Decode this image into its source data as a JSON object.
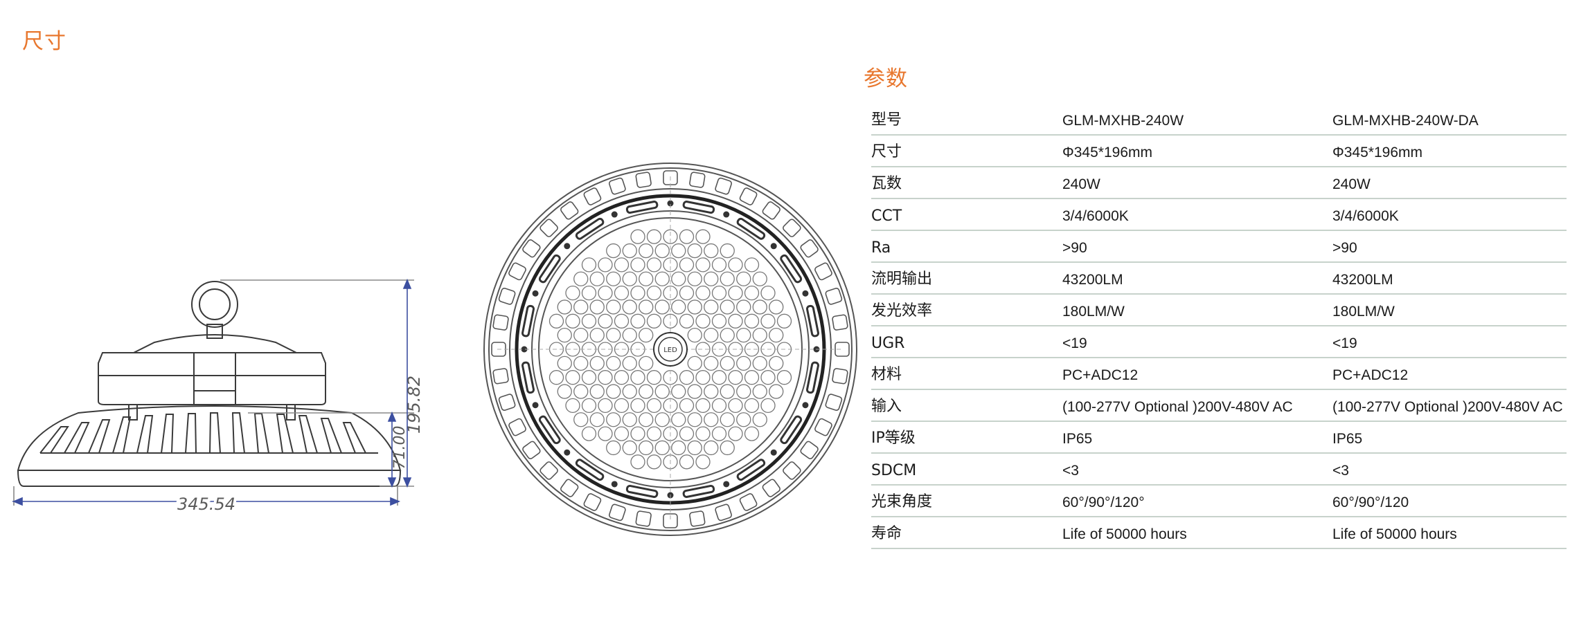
{
  "headings": {
    "size": "尺寸",
    "params": "参数"
  },
  "dimensions": {
    "width": "345.54",
    "height": "195.82",
    "body": "71.00"
  },
  "top_view": {
    "center_mark": "LED"
  },
  "specs": [
    {
      "label": "型号",
      "v1": "GLM-MXHB-240W",
      "v2": "GLM-MXHB-240W-DA"
    },
    {
      "label": "尺寸",
      "v1": "Φ345*196mm",
      "v2": "Φ345*196mm"
    },
    {
      "label": "瓦数",
      "v1": "240W",
      "v2": "240W"
    },
    {
      "label": "CCT",
      "v1": "3/4/6000K",
      "v2": "3/4/6000K"
    },
    {
      "label": "Ra",
      "v1": ">90",
      "v2": ">90"
    },
    {
      "label": "流明输出",
      "v1": "43200LM",
      "v2": "43200LM"
    },
    {
      "label": "发光效率",
      "v1": "180LM/W",
      "v2": "180LM/W"
    },
    {
      "label": "UGR",
      "v1": "<19",
      "v2": "<19"
    },
    {
      "label": "材料",
      "v1": "PC+ADC12",
      "v2": "PC+ADC12"
    },
    {
      "label": "输入",
      "v1": "(100-277V Optional )200V-480V AC",
      "v2": "(100-277V Optional )200V-480V AC"
    },
    {
      "label": "IP等级",
      "v1": "IP65",
      "v2": "IP65"
    },
    {
      "label": "SDCM",
      "v1": "<3",
      "v2": "<3"
    },
    {
      "label": "光束角度",
      "v1": "60°/90°/120°",
      "v2": "60°/90°/120"
    },
    {
      "label": "寿命",
      "v1": "Life of 50000 hours",
      "v2": "Life of 50000 hours"
    }
  ]
}
